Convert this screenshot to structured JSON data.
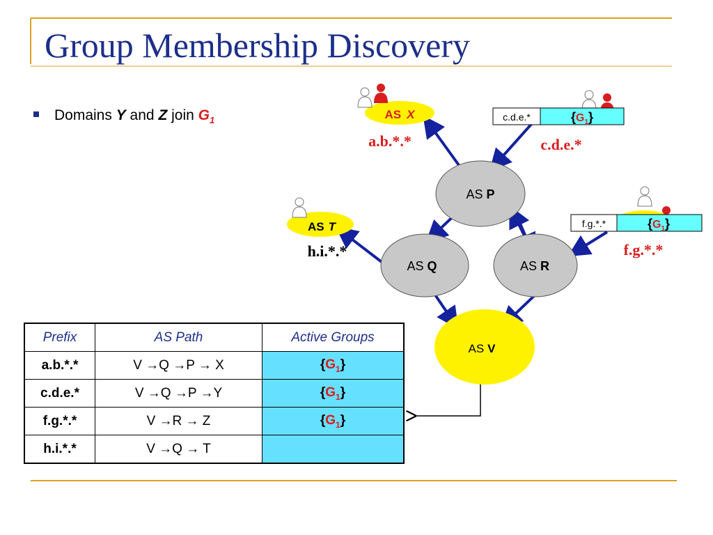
{
  "slide": {
    "title": "Group Membership Discovery",
    "bullet": {
      "prefix": "Domains ",
      "y": "Y",
      "and": " and ",
      "z": "Z",
      "join": " join ",
      "group": "G",
      "group_sub": "1"
    }
  },
  "diagram": {
    "nodes": {
      "x": {
        "as": "AS",
        "name": "X",
        "prefix": "a.b.*.*"
      },
      "p": {
        "as": "AS",
        "name": "P"
      },
      "t": {
        "as": "AS",
        "name": "T",
        "prefix": "h.i.*.*"
      },
      "q": {
        "as": "AS",
        "name": "Q"
      },
      "r": {
        "as": "AS",
        "name": "R",
        "prefix": "f.g.*.*"
      },
      "v": {
        "as": "AS",
        "name": "V"
      },
      "y": {
        "prefix": "c.d.e.*"
      }
    },
    "adverts": {
      "cde": {
        "prefix": "c.d.e.*",
        "open": "{",
        "group": "G",
        "sub": "1",
        "close": "}"
      },
      "fg": {
        "prefix": "f.g.*.*",
        "open": "{",
        "group": "G",
        "sub": "1",
        "close": "}"
      }
    },
    "colors": {
      "member": "#d81e1e",
      "arrow": "#15229e",
      "cyan": "#66ffff",
      "yellow": "#fff200",
      "gray": "#c8c8c8",
      "title": "#1d2f8a",
      "rule": "#d9a21e"
    }
  },
  "table": {
    "headers": [
      "Prefix",
      "AS Path",
      "Active Groups"
    ],
    "rows": [
      {
        "prefix": "a.b.*.*",
        "path": "V →Q →P → X",
        "group": "G",
        "sub": "1",
        "open": "{",
        "close": "}"
      },
      {
        "prefix": "c.d.e.*",
        "path": "V →Q →P →Y",
        "group": "G",
        "sub": "1",
        "open": "{",
        "close": "}"
      },
      {
        "prefix": "f.g.*.*",
        "path": "V →R → Z",
        "group": "G",
        "sub": "1",
        "open": "{",
        "close": "}"
      },
      {
        "prefix": "h.i.*.*",
        "path": "V →Q → T",
        "group": "",
        "sub": "",
        "open": "",
        "close": ""
      }
    ]
  }
}
